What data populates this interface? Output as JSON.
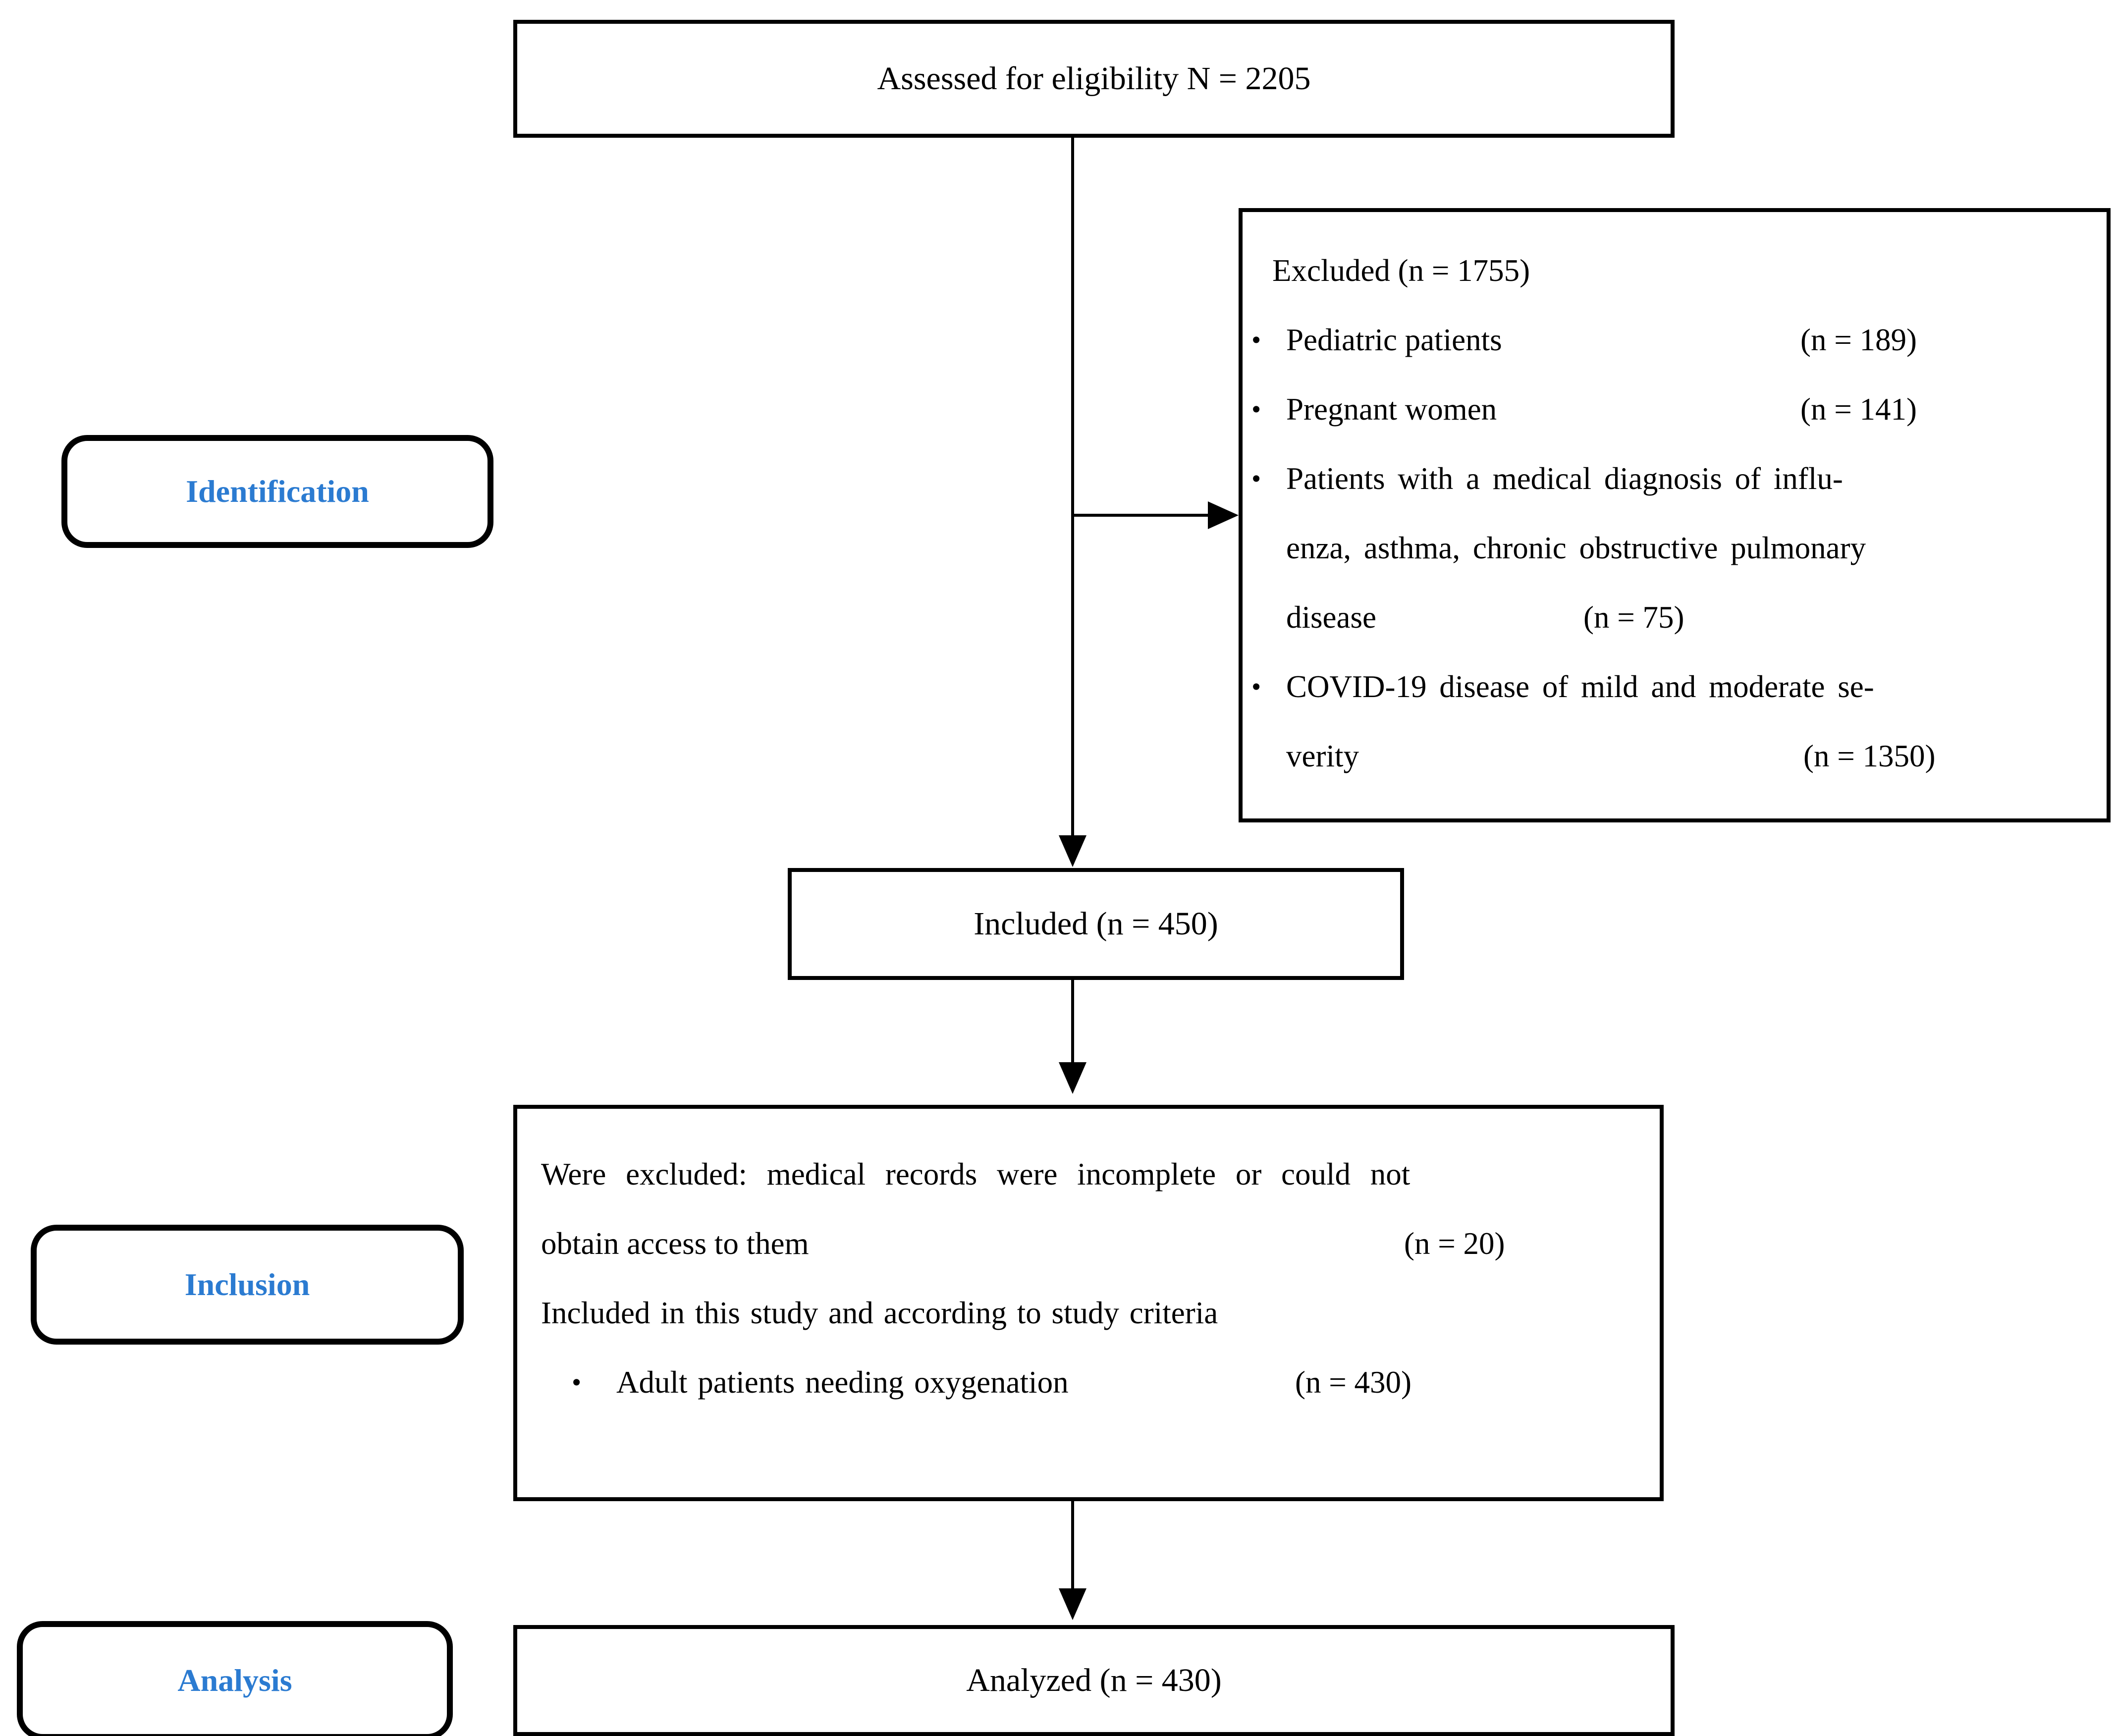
{
  "colors": {
    "accent_blue": "#2B7BD1",
    "line_black": "#000000",
    "background": "#FFFFFF"
  },
  "flow_boxes": {
    "assessed": "Assessed for eligibility N = 2205",
    "included": "Included (n = 450)",
    "analyzed": "Analyzed (n = 430)"
  },
  "stage_labels": {
    "identification": "Identification",
    "inclusion": "Inclusion",
    "analysis": "Analysis"
  },
  "excluded_box": {
    "title": "Excluded (n = 1755)",
    "bullet": "•",
    "items": [
      {
        "label": "Pediatric patients",
        "count": "(n = 189)"
      },
      {
        "label": "Pregnant women",
        "count": "(n = 141)"
      },
      {
        "line1": "Patients with a medical diagnosis of influ-",
        "line2": "enza, asthma, chronic obstructive pulmonary",
        "line3": "disease",
        "count": "(n = 75)"
      },
      {
        "line1": "COVID-19 disease of mild and moderate se-",
        "line2": "verity",
        "count": "(n = 1350)"
      }
    ]
  },
  "criteria_box": {
    "line1": "Were excluded: medical records were incomplete or could not",
    "line2": "obtain access to them",
    "line2_count": "(n = 20)",
    "line3": "Included in this study and according to study criteria",
    "bullet": "•",
    "bullet_label": "Adult patients needing oxygenation",
    "bullet_count": "(n = 430)"
  }
}
